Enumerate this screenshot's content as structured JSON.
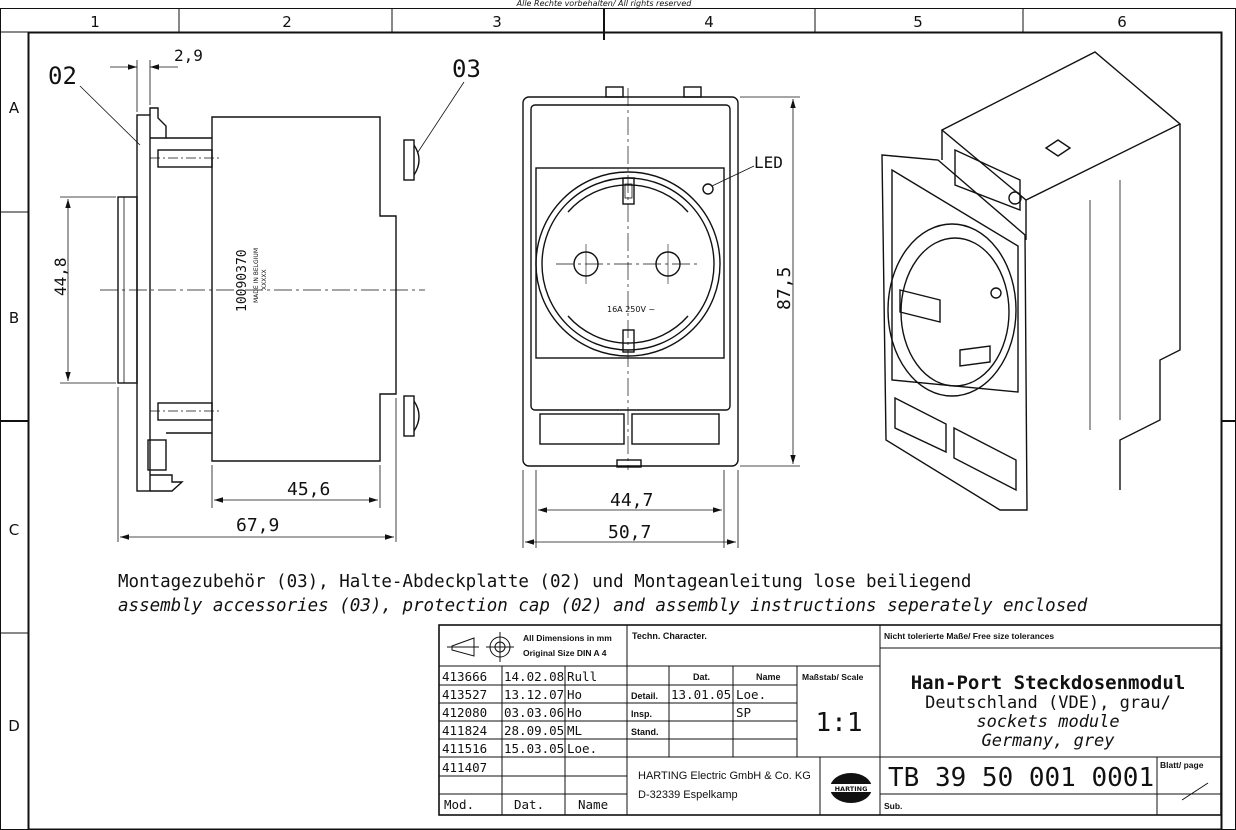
{
  "header": {
    "rights": "Alle Rechte vorbehalten/ All rights reserved"
  },
  "grid": {
    "columns": [
      "1",
      "2",
      "3",
      "4",
      "5",
      "6"
    ],
    "rows": [
      "A",
      "B",
      "C",
      "D"
    ]
  },
  "side_view": {
    "callout_02": "02",
    "callout_03": "03",
    "dim_top": "2,9",
    "dim_height": "44,8",
    "dim_inner": "45,6",
    "dim_overall": "67,9",
    "label_number": "10090370",
    "label_made": "MADE IN BELGIUM",
    "label_code": "XXXXX"
  },
  "front_view": {
    "led": "LED",
    "rating": "16A 250V ~",
    "dim_height": "87,5",
    "dim_inner": "44,7",
    "dim_overall": "50,7"
  },
  "notes": {
    "german": "Montagezubehör (03), Halte-Abdeckplatte (02) und Montageanleitung lose beiliegend",
    "english": "assembly accessories (03), protection cap (02) and assembly instructions seperately enclosed"
  },
  "title_block": {
    "dims_note_line1": "All Dimensions in mm",
    "dims_note_line2": "Original Size DIN A 4",
    "techn": "Techn. Character.",
    "tolerance": "Nicht tolerierte Maße/ Free size tolerances",
    "revisions": [
      {
        "mod": "413666",
        "date": "14.02.08",
        "name": "Rull"
      },
      {
        "mod": "413527",
        "date": "13.12.07",
        "name": "Ho"
      },
      {
        "mod": "412080",
        "date": "03.03.06",
        "name": "Ho"
      },
      {
        "mod": "411824",
        "date": "28.09.05",
        "name": "ML"
      },
      {
        "mod": "411516",
        "date": "15.03.05",
        "name": "Loe."
      },
      {
        "mod": "411407",
        "date": "",
        "name": ""
      }
    ],
    "rev_headers": {
      "mod": "Mod.",
      "date": "Dat.",
      "name": "Name"
    },
    "approval_headers": {
      "date": "Dat.",
      "name": "Name"
    },
    "approvals": [
      {
        "role": "Detail.",
        "date": "13.01.05",
        "name": "Loe."
      },
      {
        "role": "Insp.",
        "date": "",
        "name": "SP"
      },
      {
        "role": "Stand.",
        "date": "",
        "name": ""
      }
    ],
    "scale_label": "Maßstab/ Scale",
    "scale": "1:1",
    "company_line1": "HARTING Electric GmbH & Co. KG",
    "company_line2": "D-32339 Espelkamp",
    "logo_text": "HARTING",
    "title_line1": "Han-Port Steckdosenmodul",
    "title_line2": "Deutschland (VDE), grau/",
    "title_line3": "sockets module",
    "title_line4": "Germany, grey",
    "drawing_number": "TB 39 50 001 0001",
    "sheet_label": "Blatt/ page",
    "sub_label": "Sub."
  }
}
